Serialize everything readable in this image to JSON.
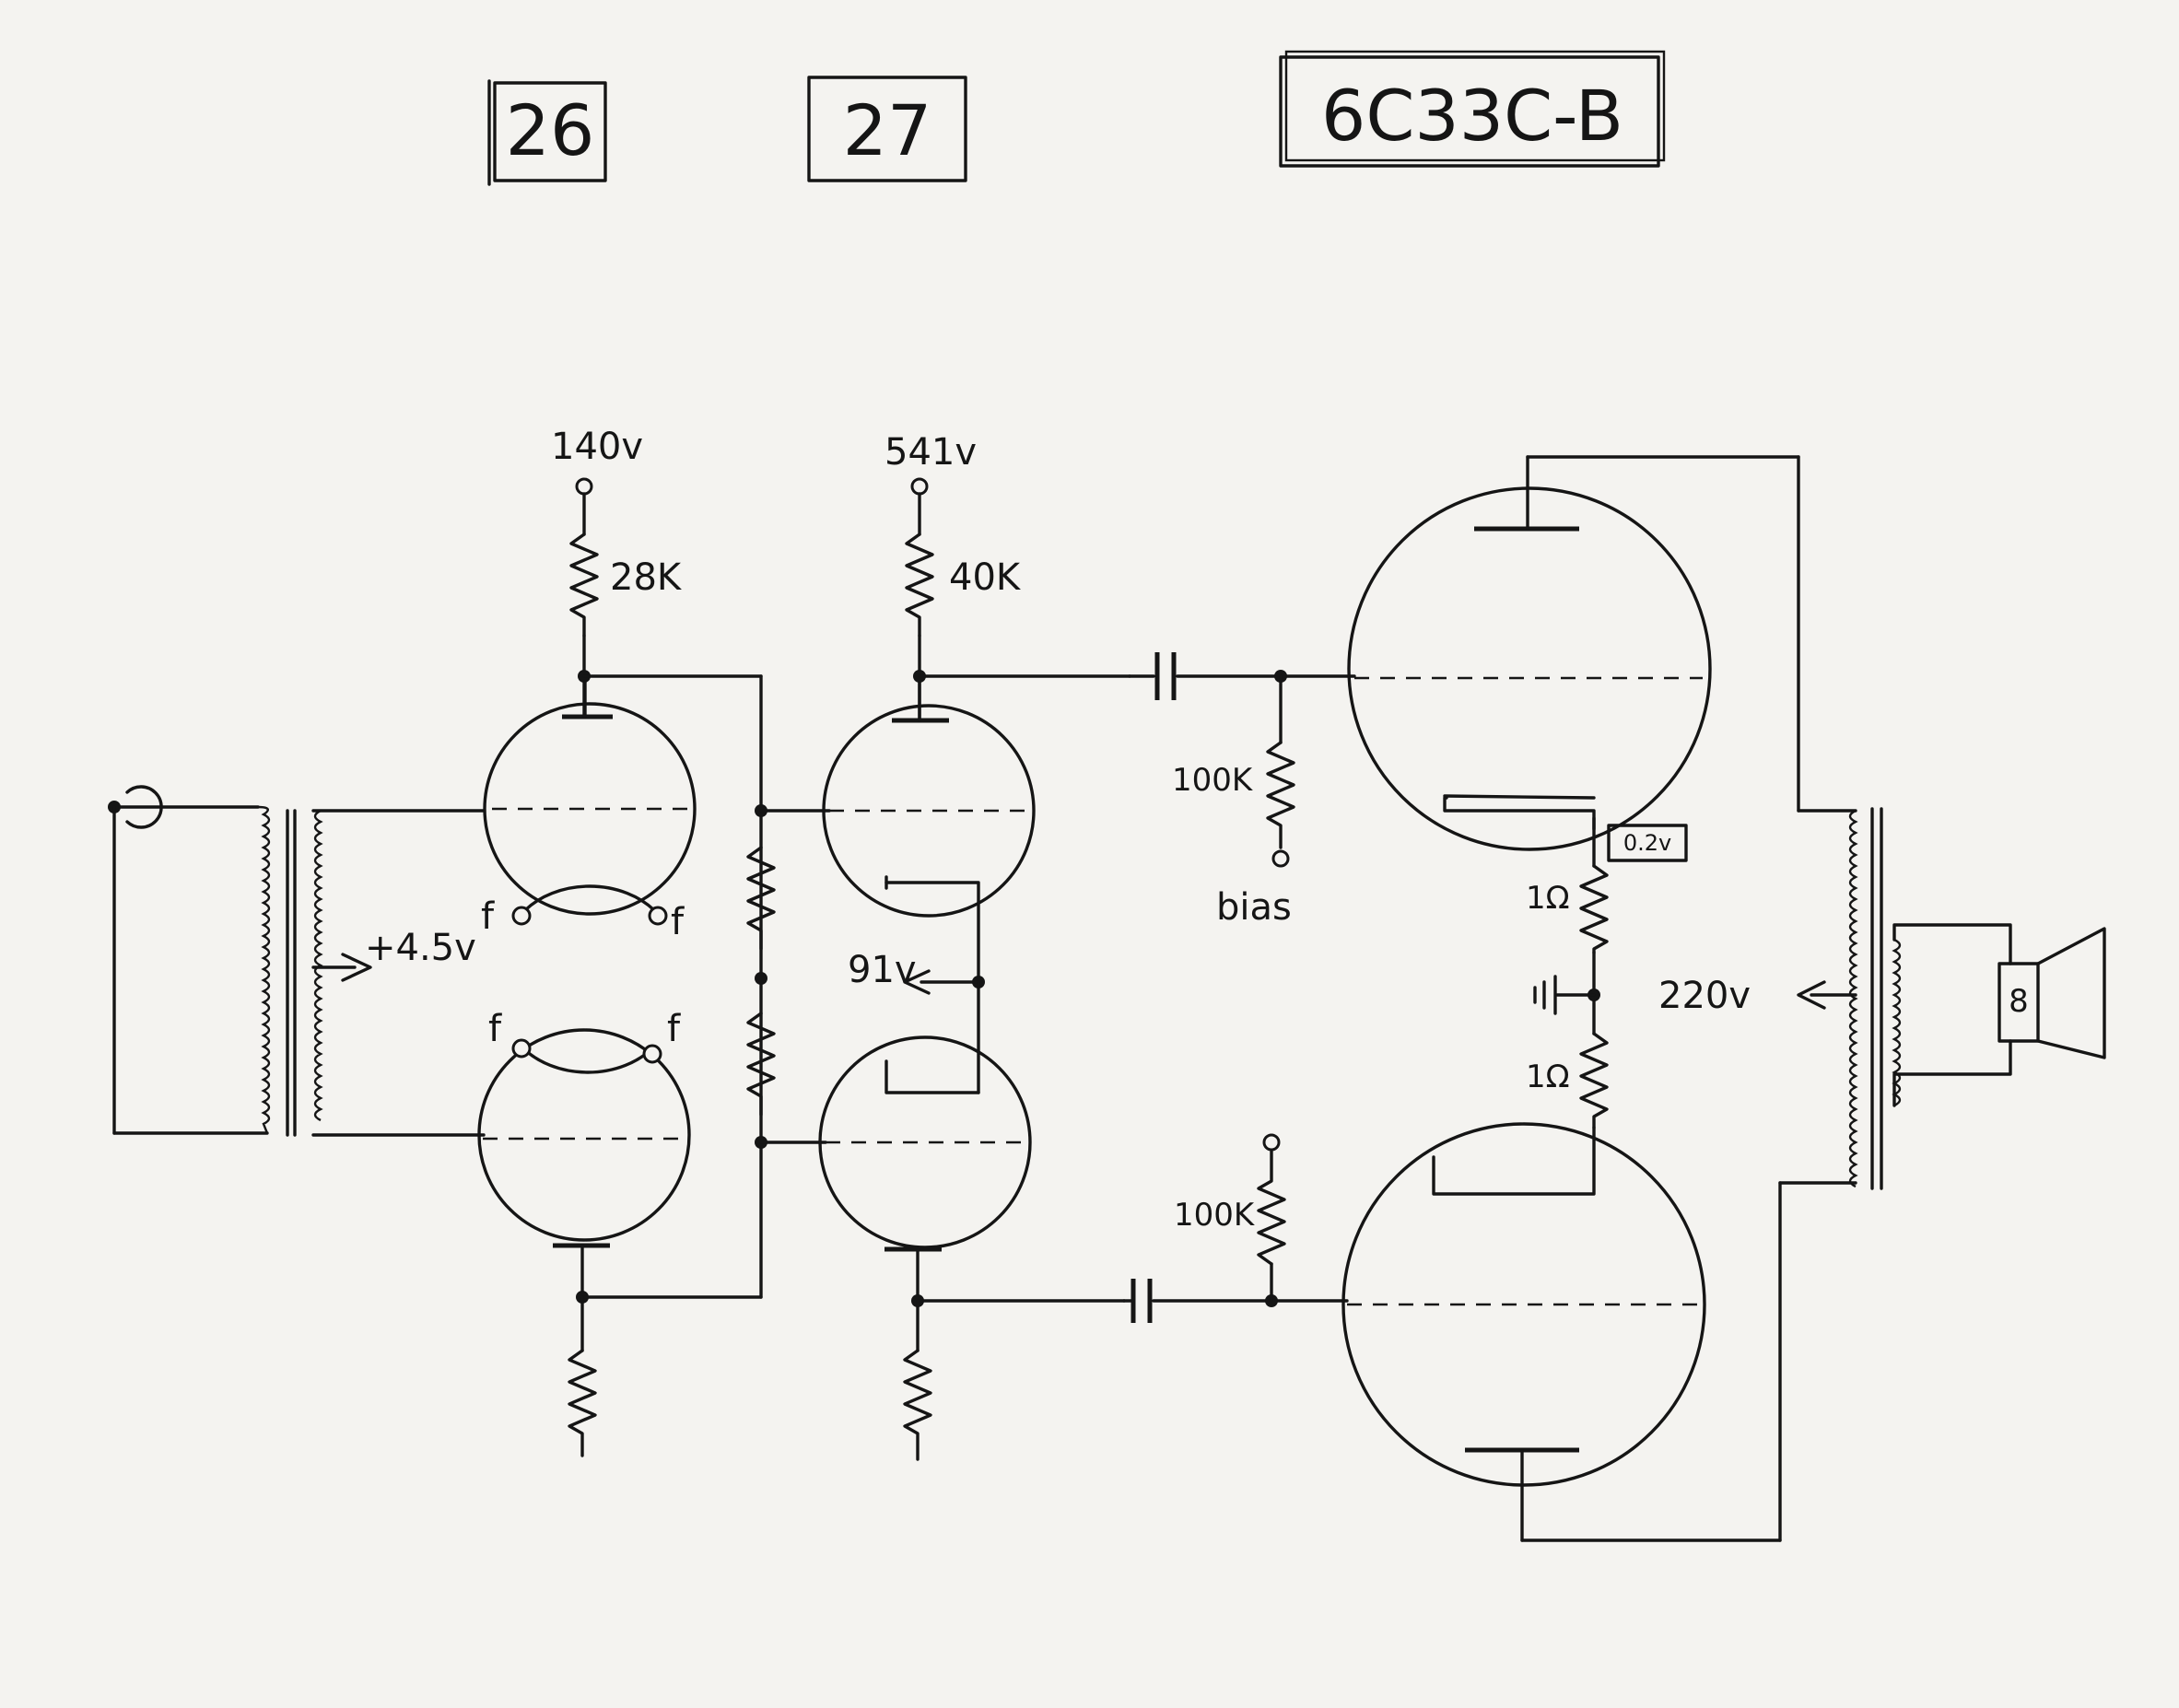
{
  "tubes": {
    "driver": "26",
    "phase_splitter": "27",
    "output": "6C33C-B"
  },
  "labels": {
    "plate1_voltage": "140v",
    "plate2_voltage": "541v",
    "plate1_resistor": "28K",
    "plate2_resistor": "40K",
    "grid_resistor_top": "100K",
    "grid_resistor_bottom": "100K",
    "bias": "bias",
    "filament_supply": "+4.5v",
    "filament_f1": "f",
    "filament_f2": "f",
    "filament_f3": "f",
    "filament_f4": "f",
    "cathode_tap": "91v",
    "cathode_sense": "0.2v",
    "cathode_res_top": "1Ω",
    "cathode_res_bottom": "1Ω",
    "output_tap": "220v",
    "speaker_impedance": "8"
  }
}
